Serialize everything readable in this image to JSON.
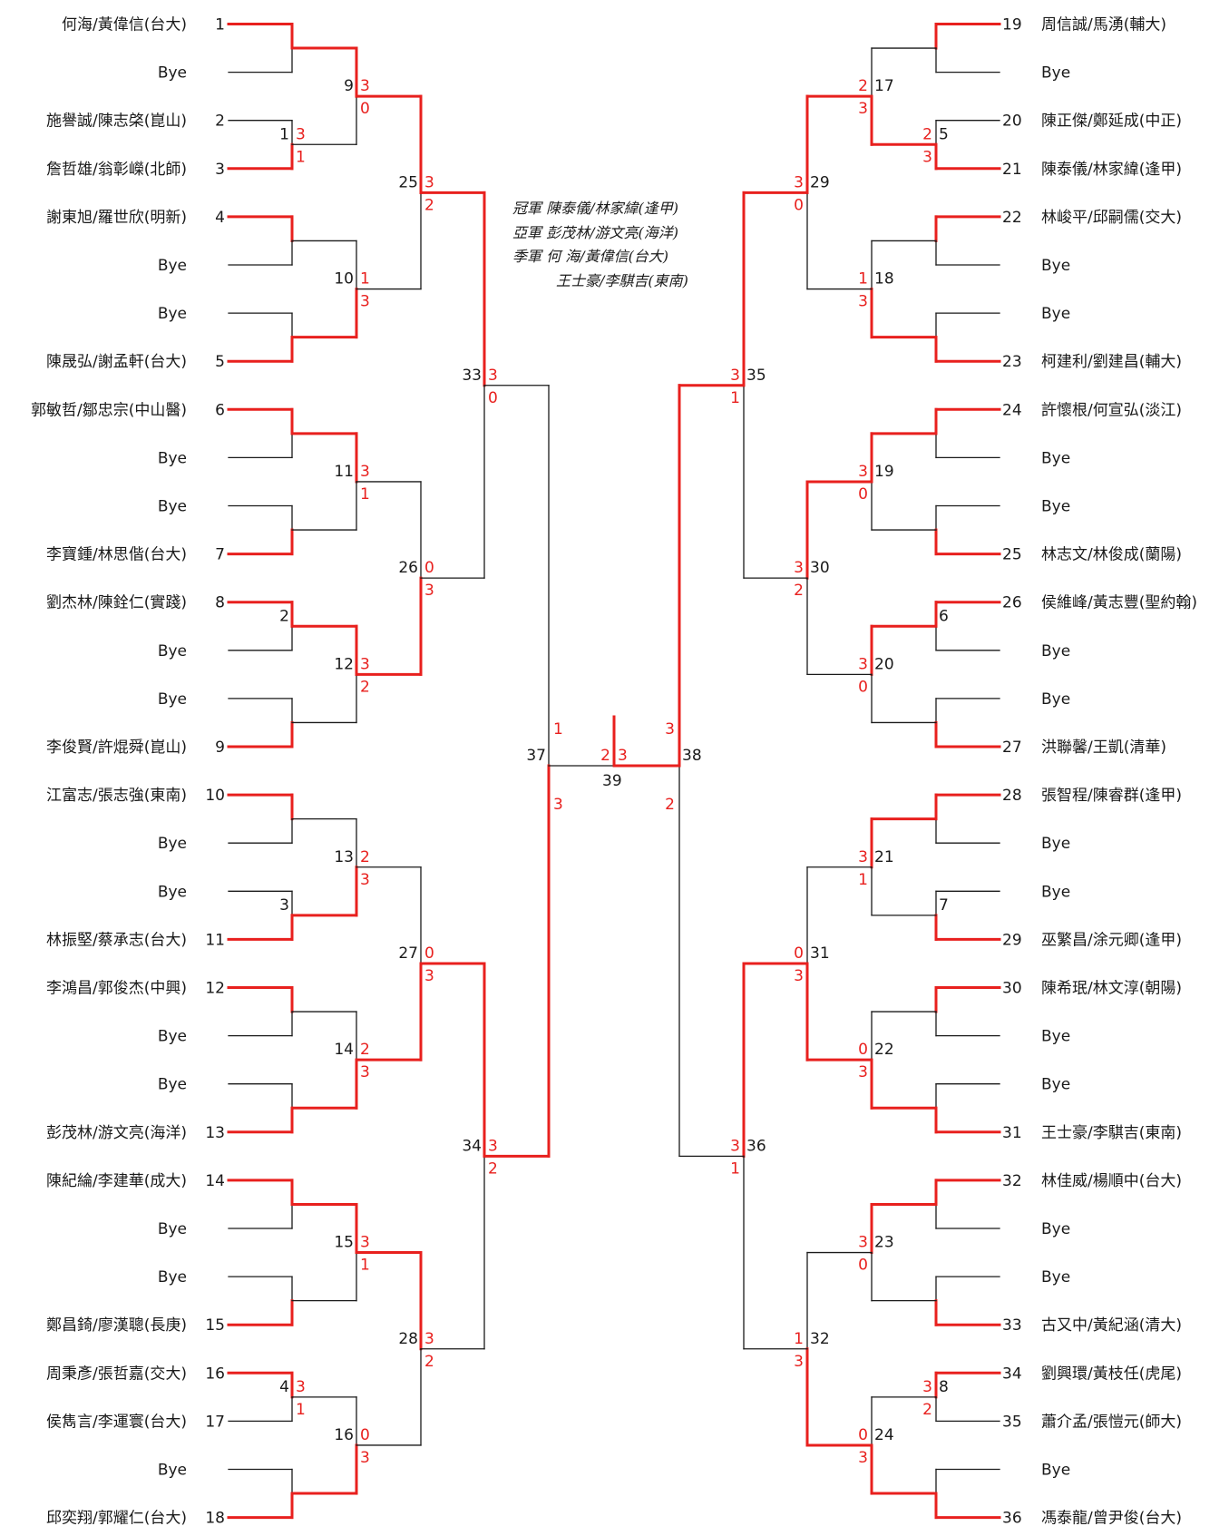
{
  "results": {
    "champion": "冠軍 陳泰儀/林家緯(逢甲)",
    "runner_up": "亞軍 彭茂林/游文亮(海洋)",
    "third_a": "季軍 何 海/黃偉信(台大)",
    "third_b": "王士豪/李騏吉(東南)"
  },
  "left_entries": [
    {
      "name": "何海/黃偉信(台大)",
      "seed": "1"
    },
    {
      "name": "Bye",
      "seed": ""
    },
    {
      "name": "施譽誠/陳志棨(崑山)",
      "seed": "2"
    },
    {
      "name": "詹哲雄/翁彰嶸(北師)",
      "seed": "3"
    },
    {
      "name": "謝東旭/羅世欣(明新)",
      "seed": "4"
    },
    {
      "name": "Bye",
      "seed": ""
    },
    {
      "name": "Bye",
      "seed": ""
    },
    {
      "name": "陳晟弘/謝孟軒(台大)",
      "seed": "5"
    },
    {
      "name": "郭敏哲/鄒忠宗(中山醫)",
      "seed": "6"
    },
    {
      "name": "Bye",
      "seed": ""
    },
    {
      "name": "Bye",
      "seed": ""
    },
    {
      "name": "李寶鍾/林思偕(台大)",
      "seed": "7"
    },
    {
      "name": "劉杰林/陳銓仁(實踐)",
      "seed": "8"
    },
    {
      "name": "Bye",
      "seed": ""
    },
    {
      "name": "Bye",
      "seed": ""
    },
    {
      "name": "李俊賢/許焜舜(崑山)",
      "seed": "9"
    },
    {
      "name": "江富志/張志強(東南)",
      "seed": "10"
    },
    {
      "name": "Bye",
      "seed": ""
    },
    {
      "name": "Bye",
      "seed": ""
    },
    {
      "name": "林振堅/蔡承志(台大)",
      "seed": "11"
    },
    {
      "name": "李鴻昌/郭俊杰(中興)",
      "seed": "12"
    },
    {
      "name": "Bye",
      "seed": ""
    },
    {
      "name": "Bye",
      "seed": ""
    },
    {
      "name": "彭茂林/游文亮(海洋)",
      "seed": "13"
    },
    {
      "name": "陳紀綸/李建華(成大)",
      "seed": "14"
    },
    {
      "name": "Bye",
      "seed": ""
    },
    {
      "name": "Bye",
      "seed": ""
    },
    {
      "name": "鄭昌錡/廖漢聰(長庚)",
      "seed": "15"
    },
    {
      "name": "周秉彥/張哲嘉(交大)",
      "seed": "16"
    },
    {
      "name": "侯雋言/李運寰(台大)",
      "seed": "17"
    },
    {
      "name": "Bye",
      "seed": ""
    },
    {
      "name": "邱奕翔/郭耀仁(台大)",
      "seed": "18"
    }
  ],
  "right_entries": [
    {
      "name": "周信誠/馬湧(輔大)",
      "seed": "19"
    },
    {
      "name": "Bye",
      "seed": ""
    },
    {
      "name": "陳正傑/鄭延成(中正)",
      "seed": "20"
    },
    {
      "name": "陳泰儀/林家緯(逢甲)",
      "seed": "21"
    },
    {
      "name": "林峻平/邱嗣儒(交大)",
      "seed": "22"
    },
    {
      "name": "Bye",
      "seed": ""
    },
    {
      "name": "Bye",
      "seed": ""
    },
    {
      "name": "柯建利/劉建昌(輔大)",
      "seed": "23"
    },
    {
      "name": "許懷根/何宣弘(淡江)",
      "seed": "24"
    },
    {
      "name": "Bye",
      "seed": ""
    },
    {
      "name": "Bye",
      "seed": ""
    },
    {
      "name": "林志文/林俊成(蘭陽)",
      "seed": "25"
    },
    {
      "name": "侯維峰/黃志豐(聖約翰)",
      "seed": "26"
    },
    {
      "name": "Bye",
      "seed": ""
    },
    {
      "name": "Bye",
      "seed": ""
    },
    {
      "name": "洪聯馨/王凱(清華)",
      "seed": "27"
    },
    {
      "name": "張智程/陳睿群(逢甲)",
      "seed": "28"
    },
    {
      "name": "Bye",
      "seed": ""
    },
    {
      "name": "Bye",
      "seed": ""
    },
    {
      "name": "巫繁昌/涂元卿(逢甲)",
      "seed": "29"
    },
    {
      "name": "陳希珉/林文淳(朝陽)",
      "seed": "30"
    },
    {
      "name": "Bye",
      "seed": ""
    },
    {
      "name": "Bye",
      "seed": ""
    },
    {
      "name": "王士豪/李騏吉(東南)",
      "seed": "31"
    },
    {
      "name": "林佳威/楊順中(台大)",
      "seed": "32"
    },
    {
      "name": "Bye",
      "seed": ""
    },
    {
      "name": "Bye",
      "seed": ""
    },
    {
      "name": "古又中/黃紀涵(清大)",
      "seed": "33"
    },
    {
      "name": "劉興環/黃枝任(虎尾)",
      "seed": "34"
    },
    {
      "name": "蕭介孟/張愷元(師大)",
      "seed": "35"
    },
    {
      "name": "Bye",
      "seed": ""
    },
    {
      "name": "馮泰龍/曾尹俊(台大)",
      "seed": "36"
    }
  ],
  "prelim_matches": [
    {
      "side": "left",
      "id": "1",
      "slot": 2,
      "scores": [
        "3",
        "1"
      ],
      "winner": 1
    },
    {
      "side": "left",
      "id": "2",
      "slot": 12,
      "scores": [],
      "winner": 0
    },
    {
      "side": "left",
      "id": "3",
      "slot": 18,
      "scores": [],
      "winner": 1
    },
    {
      "side": "left",
      "id": "4",
      "slot": 28,
      "scores": [
        "3",
        "1"
      ],
      "winner": 0
    },
    {
      "side": "right",
      "id": "5",
      "slot": 2,
      "scores": [
        "2",
        "3"
      ],
      "winner": 1
    },
    {
      "side": "right",
      "id": "6",
      "slot": 12,
      "scores": [],
      "winner": 0
    },
    {
      "side": "right",
      "id": "7",
      "slot": 18,
      "scores": [],
      "winner": 1
    },
    {
      "side": "right",
      "id": "8",
      "slot": 28,
      "scores": [
        "3",
        "2"
      ],
      "winner": 0
    }
  ],
  "r1_matches": [
    {
      "side": "left",
      "id": "9",
      "scores": [
        "3",
        "0"
      ],
      "winner": 0
    },
    {
      "side": "left",
      "id": "10",
      "scores": [
        "1",
        "3"
      ],
      "winner": 1
    },
    {
      "side": "left",
      "id": "11",
      "scores": [
        "3",
        "1"
      ],
      "winner": 0
    },
    {
      "side": "left",
      "id": "12",
      "scores": [
        "3",
        "2"
      ],
      "winner": 0
    },
    {
      "side": "left",
      "id": "13",
      "scores": [
        "2",
        "3"
      ],
      "winner": 1
    },
    {
      "side": "left",
      "id": "14",
      "scores": [
        "2",
        "3"
      ],
      "winner": 1
    },
    {
      "side": "left",
      "id": "15",
      "scores": [
        "3",
        "1"
      ],
      "winner": 0
    },
    {
      "side": "left",
      "id": "16",
      "scores": [
        "0",
        "3"
      ],
      "winner": 1
    },
    {
      "side": "right",
      "id": "17",
      "scores": [
        "2",
        "3"
      ],
      "winner": 1
    },
    {
      "side": "right",
      "id": "18",
      "scores": [
        "1",
        "3"
      ],
      "winner": 1
    },
    {
      "side": "right",
      "id": "19",
      "scores": [
        "3",
        "0"
      ],
      "winner": 0
    },
    {
      "side": "right",
      "id": "20",
      "scores": [
        "3",
        "0"
      ],
      "winner": 0
    },
    {
      "side": "right",
      "id": "21",
      "scores": [
        "3",
        "1"
      ],
      "winner": 0
    },
    {
      "side": "right",
      "id": "22",
      "scores": [
        "0",
        "3"
      ],
      "winner": 1
    },
    {
      "side": "right",
      "id": "23",
      "scores": [
        "3",
        "0"
      ],
      "winner": 0
    },
    {
      "side": "right",
      "id": "24",
      "scores": [
        "0",
        "3"
      ],
      "winner": 1
    }
  ],
  "r2_matches": [
    {
      "side": "left",
      "id": "25",
      "scores": [
        "3",
        "2"
      ],
      "winner": 0
    },
    {
      "side": "left",
      "id": "26",
      "scores": [
        "0",
        "3"
      ],
      "winner": 1
    },
    {
      "side": "left",
      "id": "27",
      "scores": [
        "0",
        "3"
      ],
      "winner": 1
    },
    {
      "side": "left",
      "id": "28",
      "scores": [
        "3",
        "2"
      ],
      "winner": 0
    },
    {
      "side": "right",
      "id": "29",
      "scores": [
        "3",
        "0"
      ],
      "winner": 0
    },
    {
      "side": "right",
      "id": "30",
      "scores": [
        "3",
        "2"
      ],
      "winner": 0
    },
    {
      "side": "right",
      "id": "31",
      "scores": [
        "0",
        "3"
      ],
      "winner": 1
    },
    {
      "side": "right",
      "id": "32",
      "scores": [
        "1",
        "3"
      ],
      "winner": 1
    }
  ],
  "r3_matches": [
    {
      "side": "left",
      "id": "33",
      "scores": [
        "3",
        "0"
      ],
      "winner": 0
    },
    {
      "side": "left",
      "id": "34",
      "scores": [
        "3",
        "2"
      ],
      "winner": 0
    },
    {
      "side": "right",
      "id": "35",
      "scores": [
        "3",
        "1"
      ],
      "winner": 0
    },
    {
      "side": "right",
      "id": "36",
      "scores": [
        "3",
        "1"
      ],
      "winner": 0
    }
  ],
  "semi_matches": [
    {
      "side": "left",
      "id": "37",
      "scores": [
        "1",
        "3"
      ],
      "winner": 1
    },
    {
      "side": "right",
      "id": "38",
      "scores": [
        "3",
        "2"
      ],
      "winner": 0
    }
  ],
  "final_match": {
    "id": "39",
    "scores": [
      "2",
      "3"
    ],
    "winner": 1
  },
  "colors": {
    "line": "#1a1a1a",
    "win": "#e8201e",
    "score": "#e8201e"
  }
}
